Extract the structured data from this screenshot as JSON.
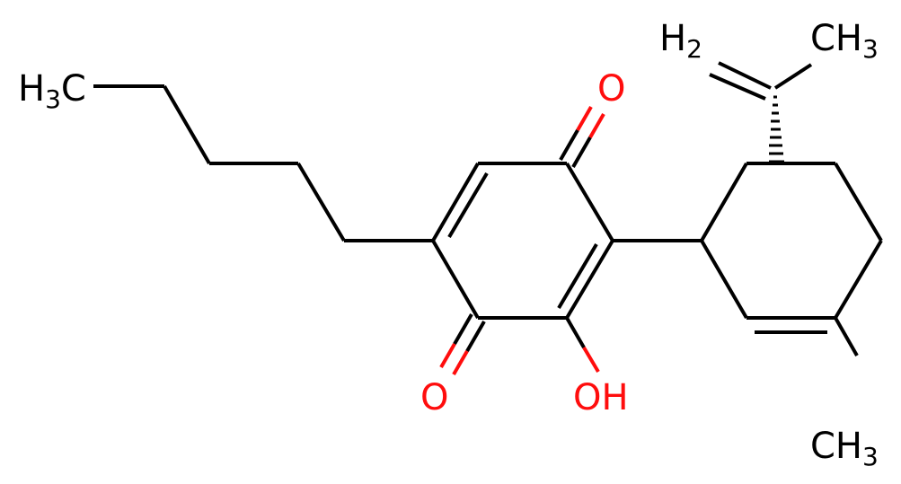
{
  "atom_labels": {
    "h3c": {
      "main": "H",
      "sub": "3",
      "tail": "C"
    },
    "o_top": "O",
    "o_bottom": "O",
    "oh": "OH",
    "ch3_bottom": {
      "main": "CH",
      "sub": "3"
    },
    "ch3_top": {
      "main": "CH",
      "sub": "3"
    },
    "h2": {
      "main": "H",
      "sub": "2"
    }
  },
  "colors": {
    "carbon": "#000000",
    "oxygen": "#ff0d0d",
    "background": "#ffffff"
  }
}
